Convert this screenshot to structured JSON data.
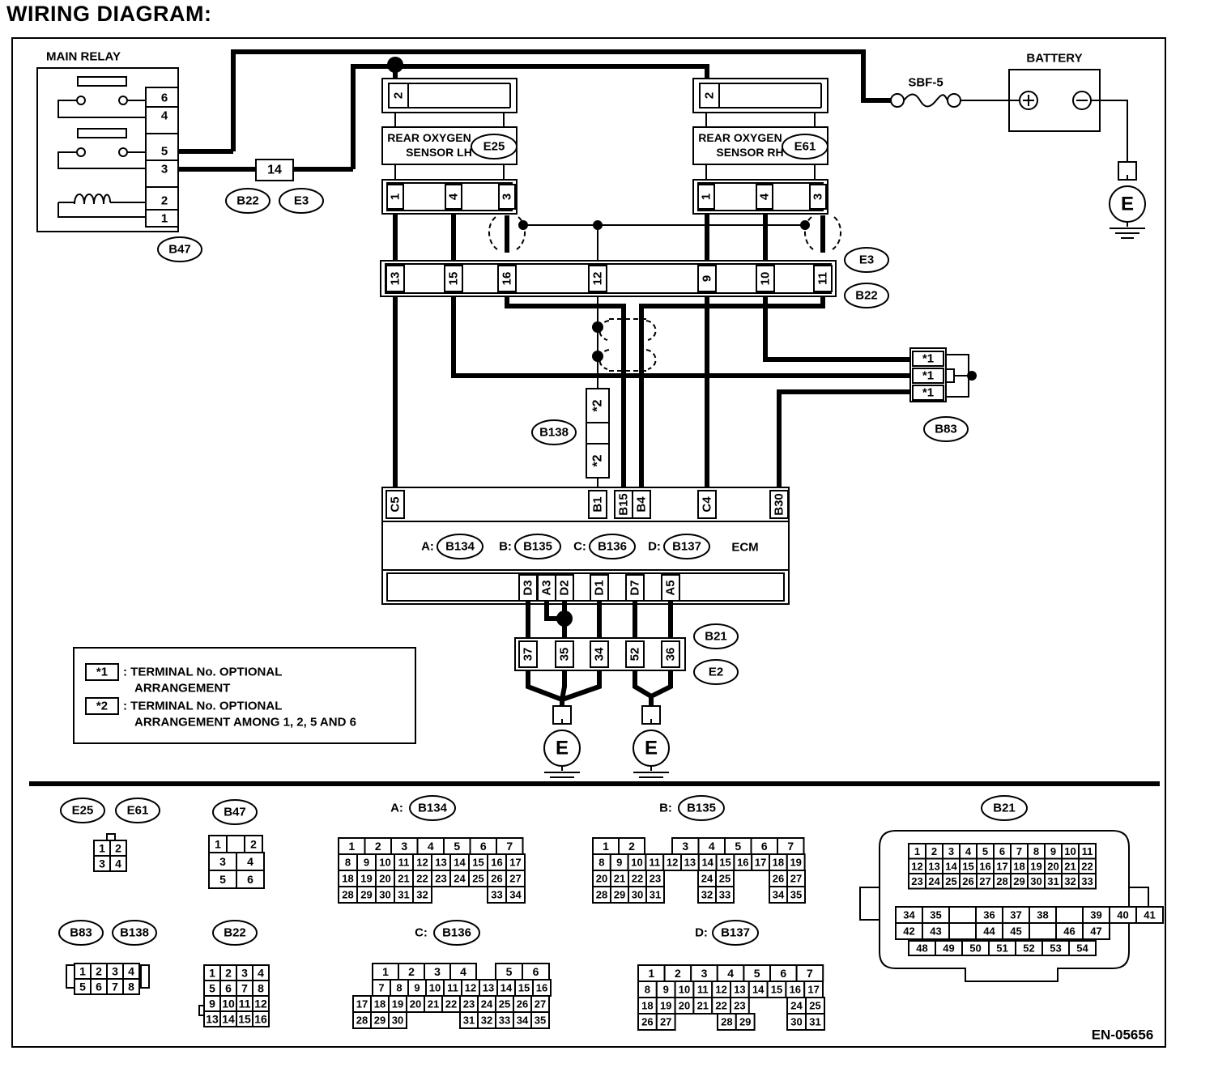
{
  "heading": "WIRING DIAGRAM:",
  "main_relay": {
    "title": "MAIN RELAY",
    "connector": "B47",
    "pins": [
      "6",
      "4",
      "5",
      "3",
      "2",
      "1"
    ]
  },
  "battery": {
    "title": "BATTERY",
    "fuse": "SBF-5",
    "ground": "E"
  },
  "rear_lh": {
    "title_1": "REAR OXYGEN",
    "title_2": "SENSOR LH",
    "connector": "E25",
    "top_pin": "2",
    "pins": [
      "1",
      "4",
      "3"
    ]
  },
  "rear_rh": {
    "title_1": "REAR OXYGEN",
    "title_2": "SENSOR RH",
    "connector": "E61",
    "top_pin": "2",
    "pins": [
      "1",
      "4",
      "3"
    ]
  },
  "relay_join": {
    "pin": "14",
    "connectors": [
      "B22",
      "E3"
    ]
  },
  "b22_block": {
    "pins": [
      "13",
      "15",
      "16",
      "12",
      "9",
      "10",
      "11"
    ],
    "connectors": [
      "E3",
      "B22"
    ]
  },
  "b138": {
    "connector": "B138",
    "pins": [
      "*2",
      "*2"
    ]
  },
  "b83": {
    "connector": "B83",
    "pins": [
      "*1",
      "*1",
      "*1"
    ]
  },
  "ecm": {
    "name": "ECM",
    "top_pins": [
      "C5",
      "B1",
      "B15",
      "B4",
      "C4",
      "B30"
    ],
    "bottom_pins": [
      "D3",
      "A3",
      "D2",
      "D1",
      "D7",
      "A5"
    ],
    "connectors": [
      {
        "prefix": "A:",
        "code": "B134"
      },
      {
        "prefix": "B:",
        "code": "B135"
      },
      {
        "prefix": "C:",
        "code": "B136"
      },
      {
        "prefix": "D:",
        "code": "B137"
      }
    ]
  },
  "b21_block": {
    "pins": [
      "37",
      "35",
      "34",
      "52",
      "36"
    ],
    "connectors": [
      "B21",
      "E2"
    ]
  },
  "grounds": [
    "E",
    "E"
  ],
  "legend": [
    {
      "mark": "*1",
      "text_1": ": TERMINAL No. OPTIONAL",
      "text_2": "ARRANGEMENT"
    },
    {
      "mark": "*2",
      "text_1": ": TERMINAL No. OPTIONAL",
      "text_2": "ARRANGEMENT AMONG 1, 2, 5  AND 6"
    }
  ],
  "connector_views": {
    "e25_e61": {
      "labels": [
        "E25",
        "E61"
      ],
      "rows": [
        [
          "1",
          "2"
        ],
        [
          "3",
          "4"
        ]
      ]
    },
    "b47": {
      "label": "B47",
      "rows": [
        [
          "1",
          "",
          "2"
        ],
        [
          "3",
          "4"
        ],
        [
          "5",
          "6"
        ]
      ]
    },
    "b83_b138": {
      "labels": [
        "B83",
        "B138"
      ],
      "rows": [
        [
          "1",
          "2",
          "3",
          "4"
        ],
        [
          "5",
          "6",
          "7",
          "8"
        ]
      ]
    },
    "b22": {
      "label": "B22",
      "rows": [
        [
          "1",
          "2",
          "3",
          "4"
        ],
        [
          "5",
          "6",
          "7",
          "8"
        ],
        [
          "9",
          "10",
          "11",
          "12"
        ],
        [
          "13",
          "14",
          "15",
          "16"
        ]
      ]
    },
    "a_b134": {
      "prefix": "A:",
      "label": "B134",
      "rows": [
        [
          "1",
          "2",
          "3",
          "4",
          "5",
          "6",
          "7"
        ],
        [
          "8",
          "9",
          "10",
          "11",
          "12",
          "13",
          "14",
          "15",
          "16",
          "17"
        ],
        [
          "18",
          "19",
          "20",
          "21",
          "22",
          "23",
          "24",
          "25",
          "26",
          "27"
        ],
        [
          "28",
          "29",
          "30",
          "31",
          "32",
          "33",
          "34"
        ]
      ]
    },
    "b_b135": {
      "prefix": "B:",
      "label": "B135",
      "rows": [
        [
          "1",
          "2",
          "3",
          "4",
          "5",
          "6",
          "7"
        ],
        [
          "8",
          "9",
          "10",
          "11",
          "12",
          "13",
          "14",
          "15",
          "16",
          "17",
          "18",
          "19"
        ],
        [
          "20",
          "21",
          "22",
          "23",
          "24",
          "25",
          "26",
          "27"
        ],
        [
          "28",
          "29",
          "30",
          "31",
          "32",
          "33",
          "34",
          "35"
        ]
      ]
    },
    "c_b136": {
      "prefix": "C:",
      "label": "B136",
      "rows": [
        [
          "1",
          "2",
          "3",
          "4",
          "5",
          "6"
        ],
        [
          "7",
          "8",
          "9",
          "10",
          "11",
          "12",
          "13",
          "14",
          "15",
          "16"
        ],
        [
          "17",
          "18",
          "19",
          "20",
          "21",
          "22",
          "23",
          "24",
          "25",
          "26",
          "27"
        ],
        [
          "28",
          "29",
          "30",
          "31",
          "32",
          "33",
          "34",
          "35"
        ]
      ]
    },
    "d_b137": {
      "prefix": "D:",
      "label": "B137",
      "rows": [
        [
          "1",
          "2",
          "3",
          "4",
          "5",
          "6",
          "7"
        ],
        [
          "8",
          "9",
          "10",
          "11",
          "12",
          "13",
          "14",
          "15",
          "16",
          "17"
        ],
        [
          "18",
          "19",
          "20",
          "21",
          "22",
          "23",
          "24",
          "25"
        ],
        [
          "26",
          "27",
          "28",
          "29",
          "30",
          "31"
        ]
      ]
    },
    "b21": {
      "label": "B21",
      "rows": [
        [
          "1",
          "2",
          "3",
          "4",
          "5",
          "6",
          "7",
          "8",
          "9",
          "10",
          "11"
        ],
        [
          "12",
          "13",
          "14",
          "15",
          "16",
          "17",
          "18",
          "19",
          "20",
          "21",
          "22"
        ],
        [
          "23",
          "24",
          "25",
          "26",
          "27",
          "28",
          "29",
          "30",
          "31",
          "32",
          "33"
        ],
        [
          "34",
          "35",
          "36",
          "37",
          "38",
          "39",
          "40",
          "41"
        ],
        [
          "42",
          "43",
          "44",
          "45",
          "46",
          "47"
        ],
        [
          "48",
          "49",
          "50",
          "51",
          "52",
          "53",
          "54"
        ]
      ]
    }
  },
  "figure_code": "EN-05656"
}
